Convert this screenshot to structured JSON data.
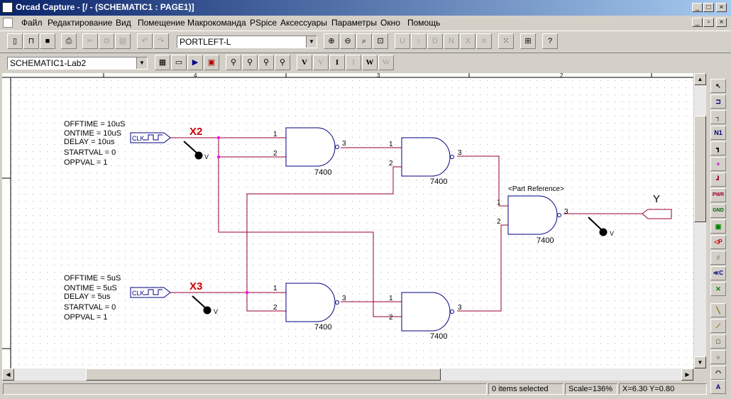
{
  "window": {
    "title": "Orcad Capture - [/ - (SCHEMATIC1 : PAGE1)]"
  },
  "menu": [
    "Файл",
    "Редактирование",
    "Вид",
    "Помещение",
    "Макрокоманда",
    "PSpice",
    "Аксессуары",
    "Параметры",
    "Окно",
    "Помощь"
  ],
  "toolbar1": {
    "part_combo": "PORTLEFT-L"
  },
  "toolbar2": {
    "schematic_combo": "SCHEMATIC1-Lab2",
    "probe_buttons": [
      "V",
      "V",
      "I",
      "I",
      "W",
      "W"
    ]
  },
  "ruler": {
    "labels": [
      "4",
      "3",
      "2"
    ]
  },
  "schematic": {
    "source1": {
      "params": [
        "OFFTIME = 10uS",
        "ONTIME = 10uS",
        "DELAY = 10us",
        "STARTVAL = 0",
        "OPPVAL = 1"
      ],
      "net_label": "X2",
      "clk_label": "CLK",
      "probe_label": "V"
    },
    "source2": {
      "params": [
        "OFFTIME = 5uS",
        "ONTIME = 5uS",
        "DELAY = 5us",
        "STARTVAL = 0",
        "OPPVAL = 1"
      ],
      "net_label": "X3",
      "clk_label": "CLK",
      "probe_label": "V"
    },
    "gate_label": "7400",
    "pin1": "1",
    "pin2": "2",
    "pin3": "3",
    "part_reference": "<Part Reference>",
    "output_label": "Y",
    "output_probe_label": "V"
  },
  "palette": [
    "↖",
    "⊐",
    "┐",
    "N1",
    "┓",
    "+",
    "┛",
    "PWR",
    "GND",
    "▣",
    "◁P",
    "#",
    "≪C",
    "✕",
    "╲",
    "⟋",
    "□",
    "○",
    "◠",
    "A"
  ],
  "status": {
    "selection": "0 items selected",
    "scale": "Scale=136%",
    "coords": "X=6.30  Y=0.80"
  },
  "colors": {
    "titlebar_start": "#0a246a",
    "titlebar_end": "#a6caf0",
    "wire": "#990033",
    "component": "#000080",
    "netlabel": "#cc0000",
    "junction": "#ff00ff"
  }
}
